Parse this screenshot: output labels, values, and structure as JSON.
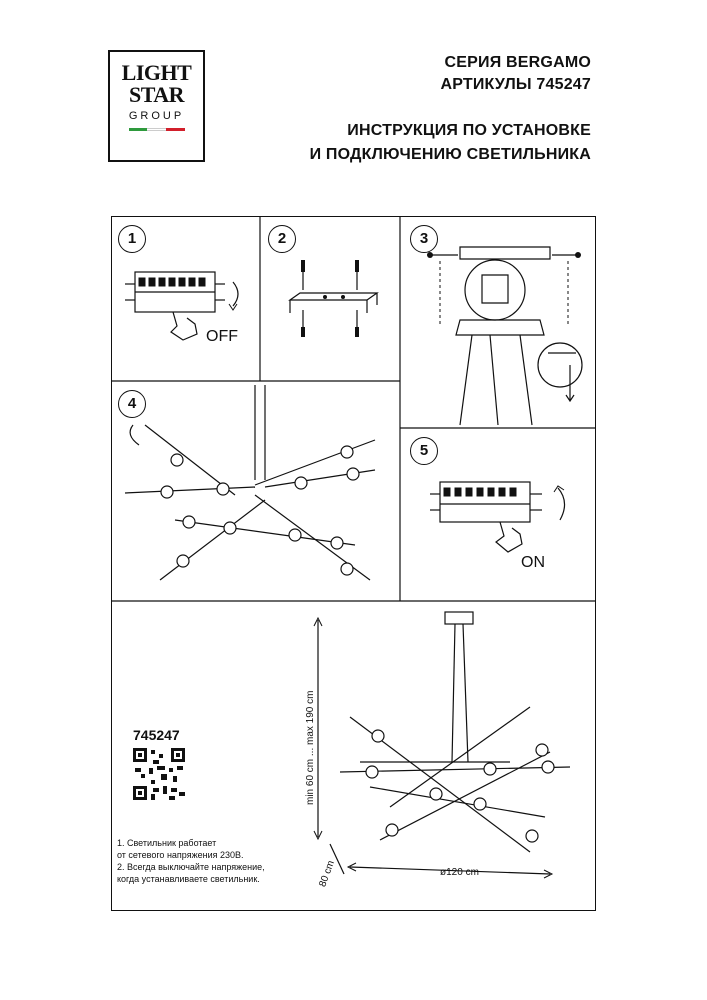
{
  "logo": {
    "line1": "LIGHT",
    "line2": "STAR",
    "line3": "GROUP",
    "flag_colors": [
      "#2e9a3d",
      "#ffffff",
      "#d21f2b"
    ]
  },
  "header": {
    "series": "СЕРИЯ BERGAMO",
    "article": "АРТИКУЛЫ 745247",
    "instruction_line1": "ИНСТРУКЦИЯ ПО УСТАНОВКЕ",
    "instruction_line2": "И ПОДКЛЮЧЕНИЮ СВЕТИЛЬНИКА"
  },
  "steps": [
    {
      "number": "1",
      "label": "OFF"
    },
    {
      "number": "2"
    },
    {
      "number": "3"
    },
    {
      "number": "4"
    },
    {
      "number": "5",
      "label": "ON"
    }
  ],
  "product": {
    "code": "745247",
    "height_label": "min 60 cm ... max 190 cm",
    "depth_label": "80 cm",
    "diameter_label": "ø120 cm"
  },
  "notes": [
    "1. Светильник работает",
    "от сетевого напряжения 230В.",
    "2. Всегда выключайте напряжение,",
    "когда устанавливаете светильник."
  ]
}
